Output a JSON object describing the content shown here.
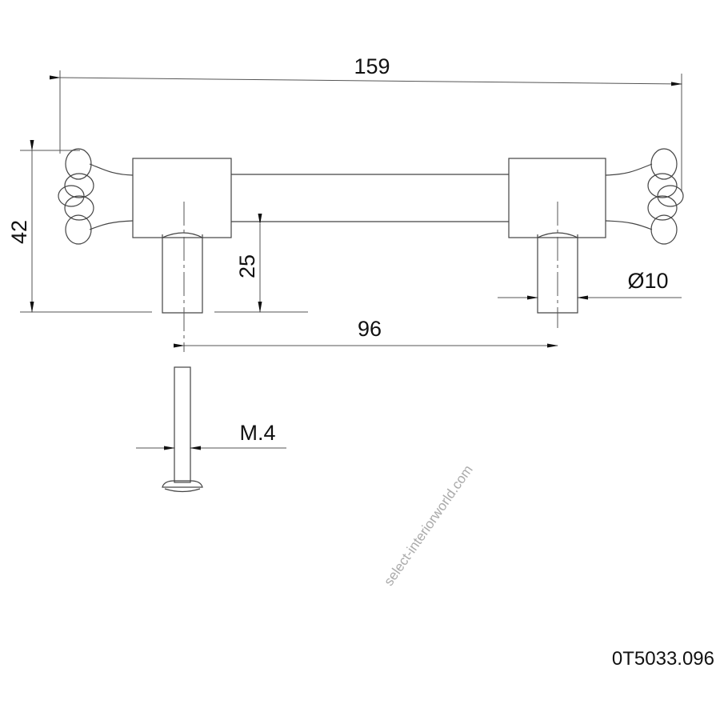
{
  "drawing": {
    "dimensions": {
      "overall_length": "159",
      "height": "42",
      "post_height": "25",
      "center_distance": "96",
      "post_diameter": "Ø10",
      "screw_thread": "M.4"
    },
    "product_code": "0T5033.096",
    "watermark": "select-interiorworld.com"
  }
}
